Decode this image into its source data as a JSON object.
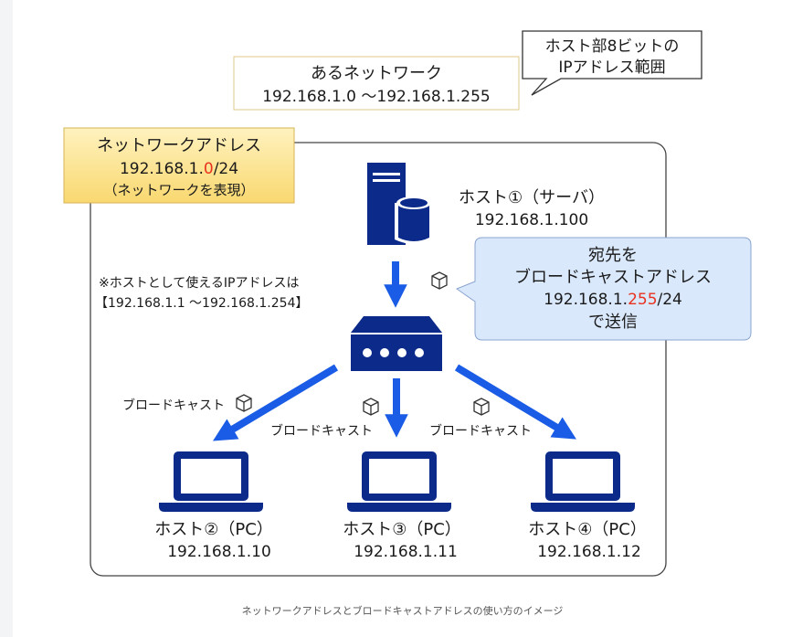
{
  "network_box": {
    "title": "あるネットワーク",
    "range": "192.168.1.0 ～192.168.1.255"
  },
  "host_bits_callout": {
    "line1": "ホスト部8ビットの",
    "line2": "IPアドレス範囲"
  },
  "network_address_box": {
    "title": "ネットワークアドレス",
    "addr_prefix": "192.168.1.",
    "addr_host": "0",
    "addr_suffix": "/24",
    "note": "（ネットワークを表現）"
  },
  "server": {
    "label": "ホスト①（サーバ）",
    "ip": "192.168.1.100"
  },
  "usable_note": {
    "line1": "※ホストとして使えるIPアドレスは",
    "line2": "【192.168.1.1 ～192.168.1.254】"
  },
  "broadcast_callout": {
    "line1": "宛先を",
    "line2": "ブロードキャストアドレス",
    "addr_prefix": "192.168.1.",
    "addr_host": "255",
    "addr_suffix": "/24",
    "line4": "で送信"
  },
  "broadcast_labels": [
    "ブロードキャスト",
    "ブロードキャスト",
    "ブロードキャスト"
  ],
  "pcs": [
    {
      "label": "ホスト②（PC）",
      "ip": "192.168.1.10"
    },
    {
      "label": "ホスト③（PC）",
      "ip": "192.168.1.11"
    },
    {
      "label": "ホスト④（PC）",
      "ip": "192.168.1.12"
    }
  ],
  "caption": "ネットワークアドレスとブロードキャストアドレスの使い方のイメージ",
  "colors": {
    "device": "#0b2a8a",
    "arrow": "#1a5ce6",
    "highlight": "#e8321f",
    "netaddr_fill": "#fde38a",
    "callout_fill": "#dae8fc"
  }
}
